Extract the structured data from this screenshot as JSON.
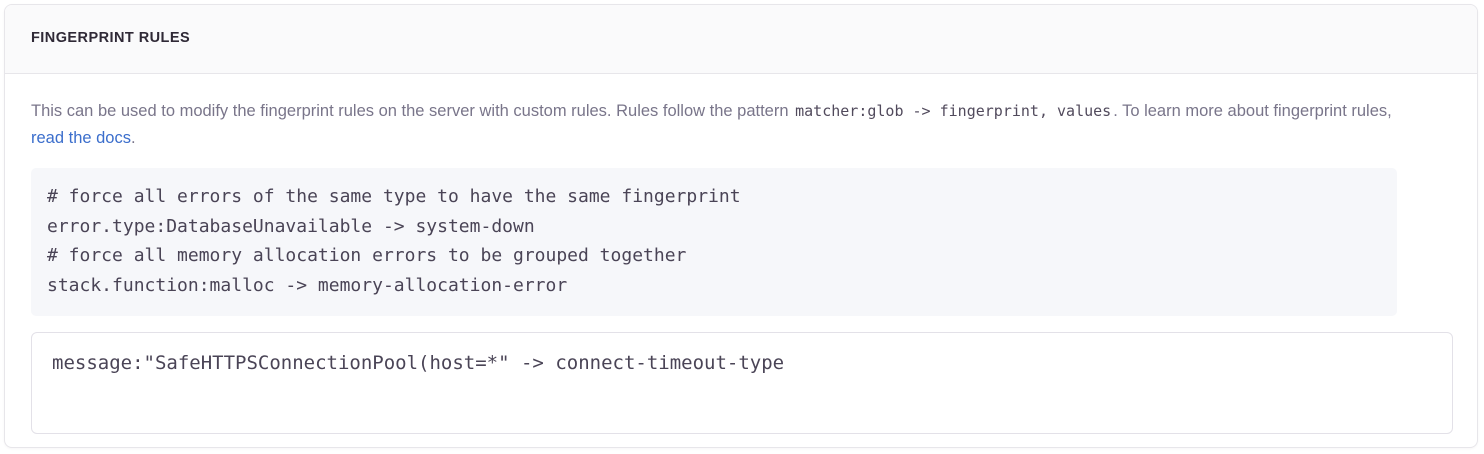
{
  "panel": {
    "title": "FINGERPRINT RULES"
  },
  "description": {
    "text_before_code": "This can be used to modify the fingerprint rules on the server with custom rules. Rules follow the pattern ",
    "inline_code": "matcher:glob -> fingerprint, values",
    "text_after_code": ". To learn more about fingerprint rules, ",
    "link_label": "read the docs",
    "text_end": "."
  },
  "code_example": {
    "content": "# force all errors of the same type to have the same fingerprint\nerror.type:DatabaseUnavailable -> system-down\n# force all memory allocation errors to be grouped together\nstack.function:malloc -> memory-allocation-error"
  },
  "rules_editor": {
    "value": "message:\"SafeHTTPSConnectionPool(host=*\" -> connect-timeout-type",
    "placeholder": ""
  },
  "colors": {
    "panel_border": "#e7e6ea",
    "header_background": "#fafafb",
    "title_text": "#2f2936",
    "body_text": "#79758a",
    "code_text": "#4a4456",
    "code_background": "#f6f7fa",
    "link": "#3b6ecc",
    "input_border": "#e3e1e8"
  }
}
